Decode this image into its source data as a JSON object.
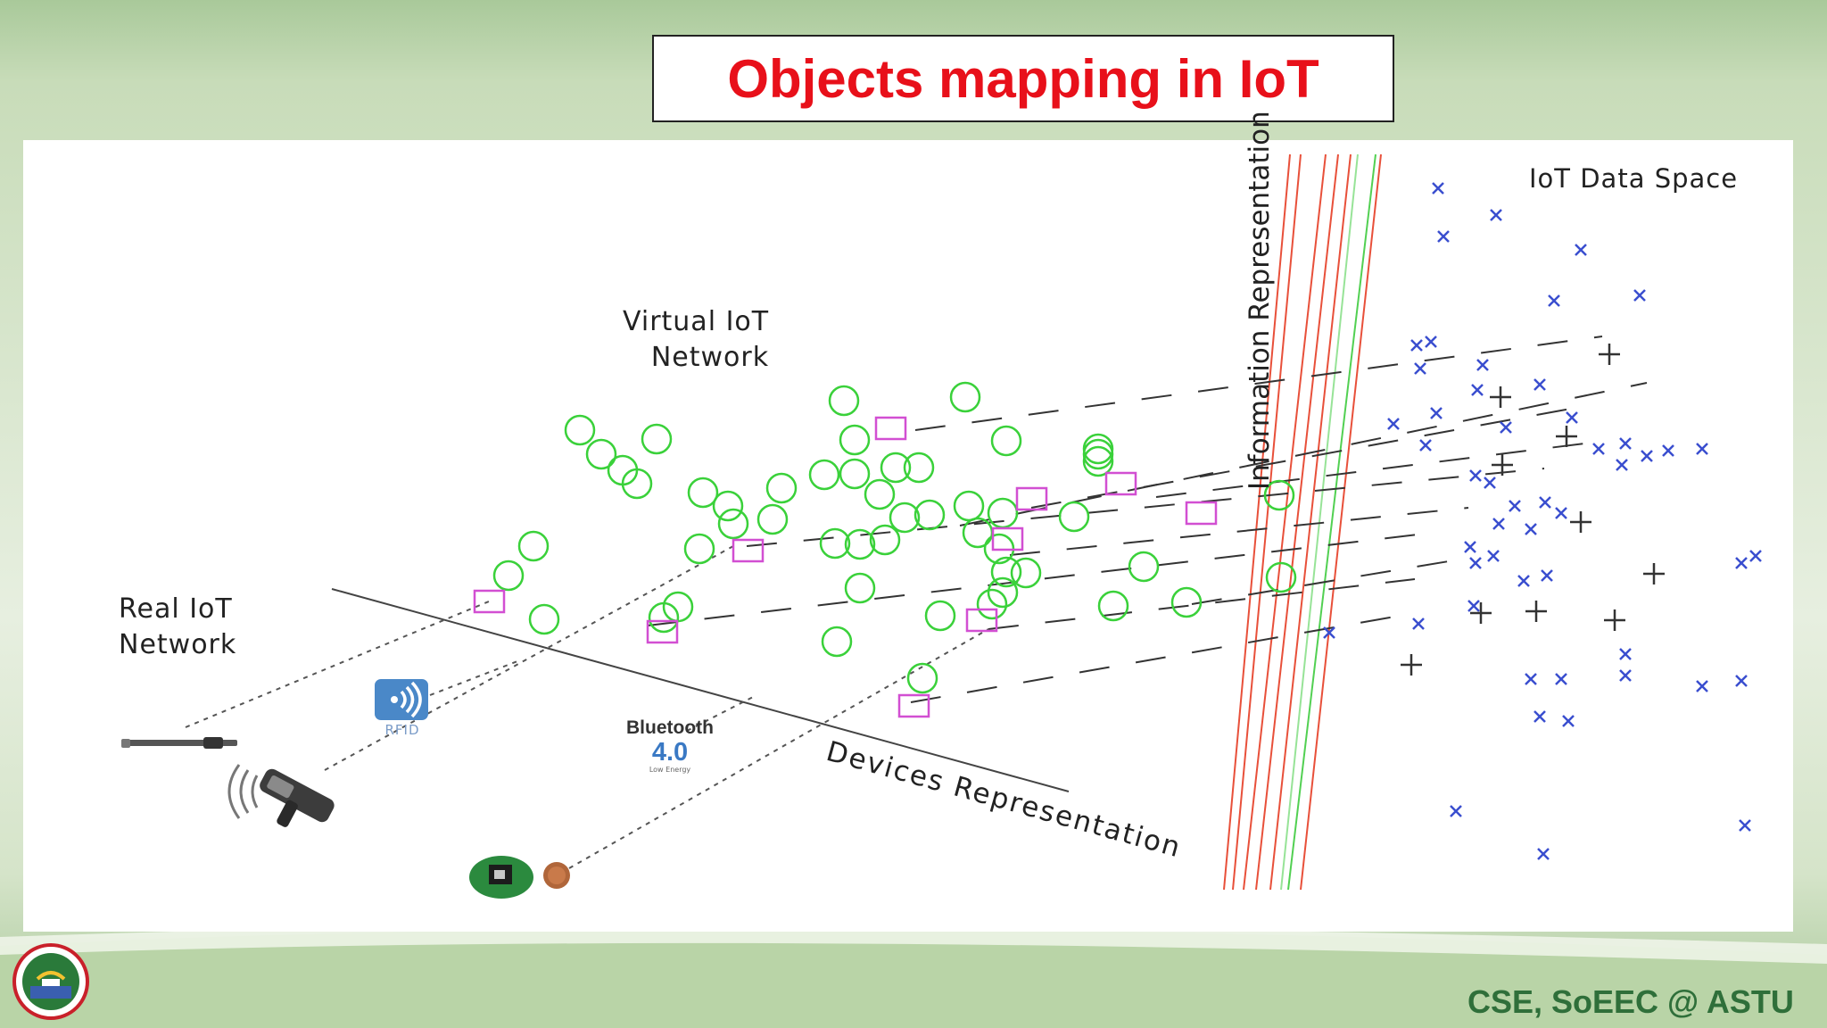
{
  "title": "Objects mapping in IoT",
  "labels": {
    "virtual_line1": "Virtual IoT",
    "virtual_line2": "Network",
    "real_line1": "Real IoT",
    "real_line2": "Network",
    "devices_representation": "Devices Representation",
    "information_representation": "Information Representation",
    "data_space": "IoT Data Space"
  },
  "devices": {
    "rfid_label": "RFID",
    "bluetooth_name": "Bluetooth",
    "bluetooth_version": "4.0",
    "bluetooth_sub": "Low Energy"
  },
  "footer": "CSE, SoEEC @ ASTU",
  "colors": {
    "title": "#e8101a",
    "circle": "#3ad13a",
    "square": "#d24fd2",
    "cross": "#3a4ecf",
    "plus": "#333333",
    "red_line": "#e8503a",
    "green_line": "#52d052"
  },
  "icons": [
    "wifi-rfid-icon",
    "bluetooth-icon",
    "sensor-probe-icon",
    "handheld-reader-icon",
    "circuit-board-icon",
    "university-logo-icon"
  ]
}
